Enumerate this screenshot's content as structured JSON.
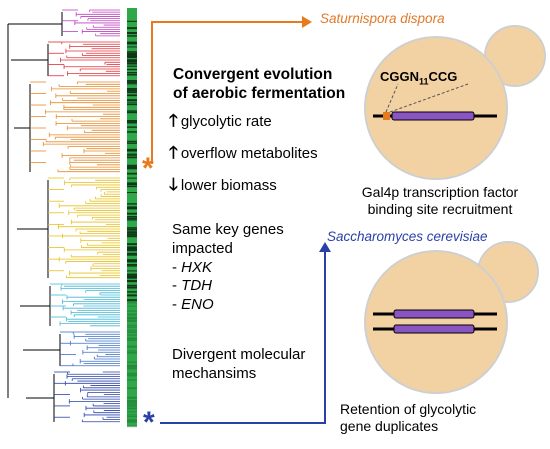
{
  "species": {
    "top": "Saturnispora dispora",
    "bottom": "Saccharomyces cerevisiae"
  },
  "markers": {
    "top": "*",
    "bottom": "*"
  },
  "heading": {
    "line1": "Convergent evolution",
    "line2": "of aerobic fermentation"
  },
  "traits": [
    {
      "icon": "up-arrow-icon",
      "direction": "up",
      "label": "glycolytic rate"
    },
    {
      "icon": "up-arrow-icon",
      "direction": "up",
      "label": "overflow metabolites"
    },
    {
      "icon": "down-arrow-icon",
      "direction": "down",
      "label": "lower biomass"
    }
  ],
  "genes_block": {
    "line1": "Same key genes",
    "line2": "impacted",
    "genes": [
      "HXK",
      "TDH",
      "ENO"
    ],
    "bullet": "- "
  },
  "mechanisms": {
    "line1": "Divergent molecular",
    "line2": "mechansims"
  },
  "top_cell": {
    "motif_prefix": "CGGN",
    "motif_subscript": "11",
    "motif_suffix": "CCG",
    "caption_line1": "Gal4p transcription factor",
    "caption_line2": "binding site recruitment"
  },
  "bottom_cell": {
    "caption_line1": "Retention of glycolytic",
    "caption_line2": "gene duplicates"
  },
  "colors": {
    "orange": "#e87a1e",
    "blue": "#2a40a8",
    "cell_fill": "#f2d2a3",
    "cell_stroke": "#cfcfcf",
    "gene_bar": "#8a55c2",
    "strip_green": "#2fa84a",
    "clade_colors": [
      "#c040c0",
      "#e0303a",
      "#e88a2a",
      "#e8c020",
      "#40b8d8",
      "#3a70c8",
      "#2a40a8"
    ]
  }
}
